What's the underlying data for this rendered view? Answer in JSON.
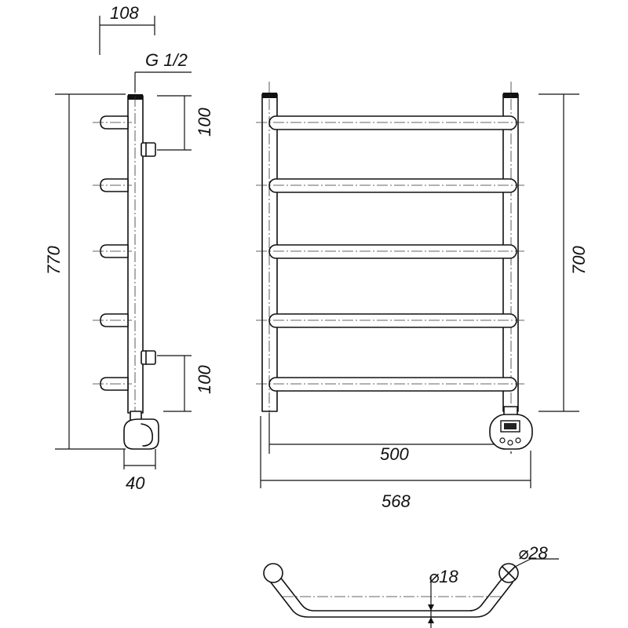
{
  "dimensions": {
    "depth_total": "108",
    "connection_thread": "G 1/2",
    "overall_height": "770",
    "connector_spacing_top": "100",
    "connector_spacing_bottom": "100",
    "heater_depth": "40",
    "center_height": "700",
    "center_distance": "500",
    "overall_width": "568",
    "rung_diameter": "⌀18",
    "post_diameter": "⌀28"
  }
}
